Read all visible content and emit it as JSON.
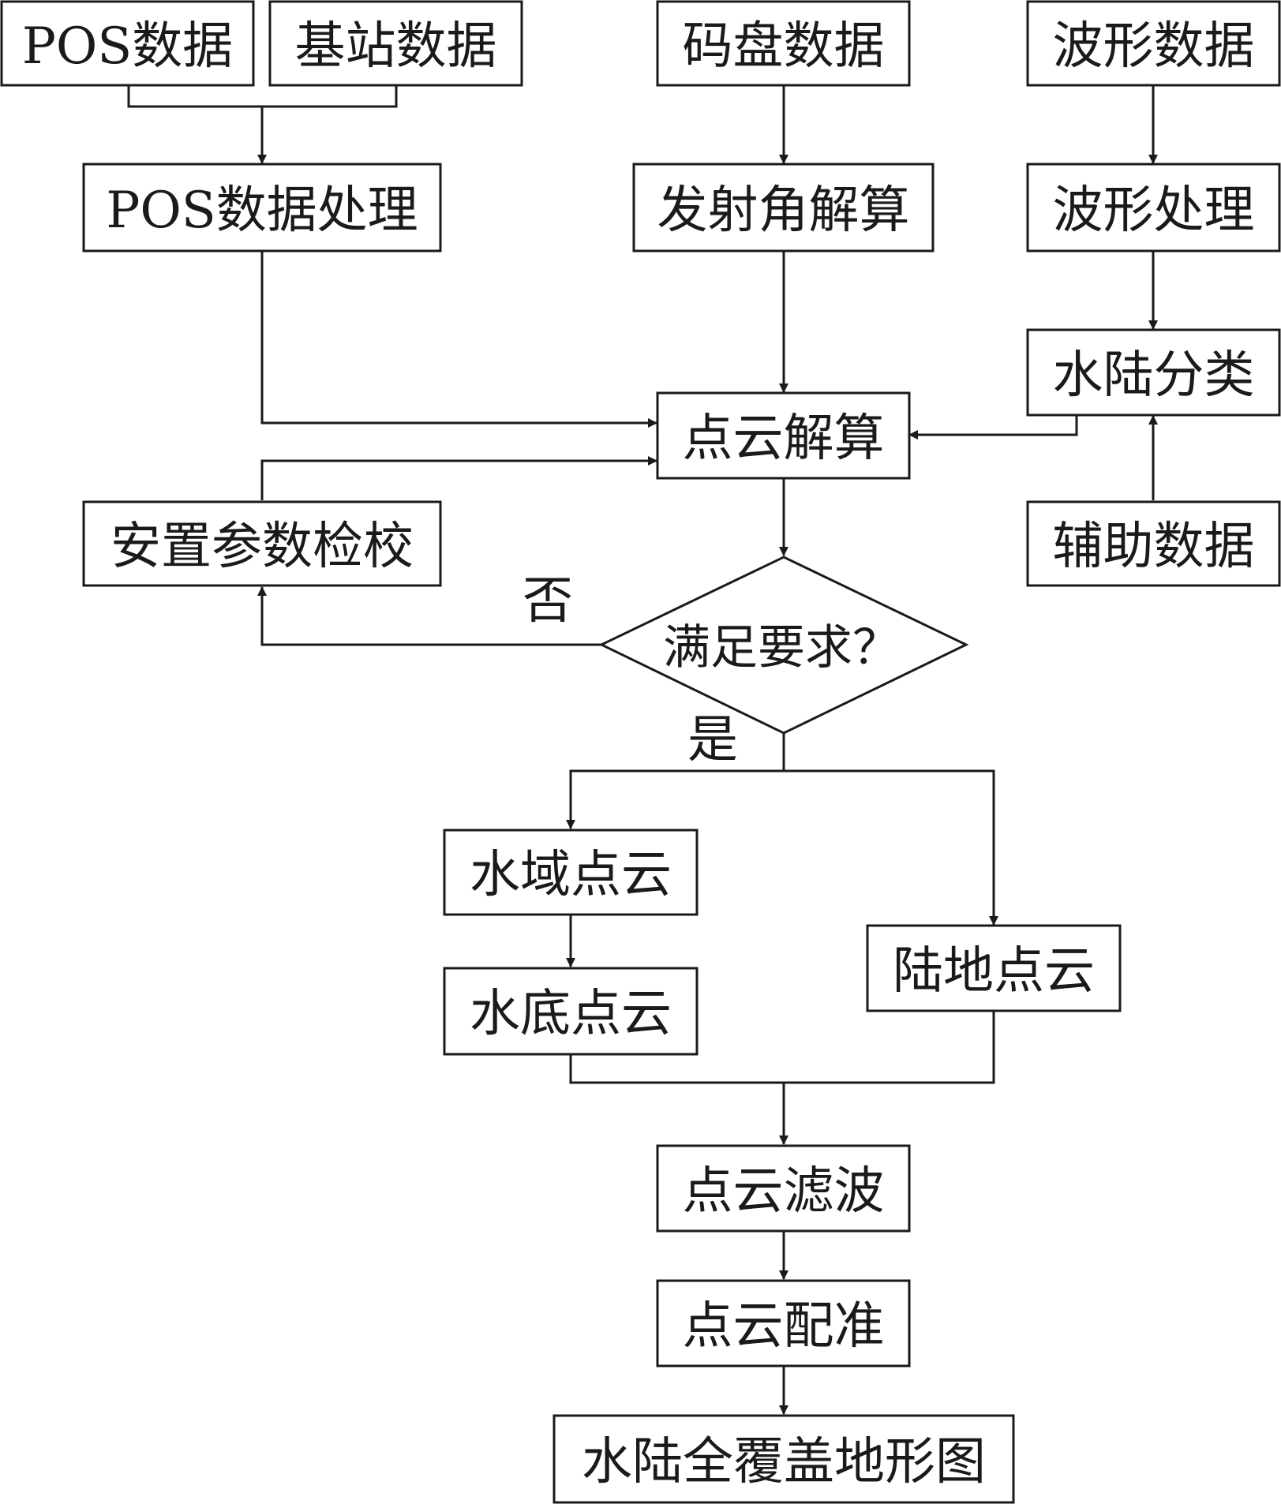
{
  "nodes": {
    "pos_data": "POS数据",
    "base_station_data": "基站数据",
    "encoder_data": "码盘数据",
    "waveform_data": "波形数据",
    "pos_processing": "POS数据处理",
    "emission_angle": "发射角解算",
    "waveform_processing": "波形处理",
    "land_water_classification": "水陆分类",
    "point_cloud_solution": "点云解算",
    "boresight_calibration": "安置参数检校",
    "auxiliary_data": "辅助数据",
    "meets_requirement": "满足要求？",
    "water_point_cloud": "水域点云",
    "seabed_point_cloud": "水底点云",
    "land_point_cloud": "陆地点云",
    "point_cloud_filtering": "点云滤波",
    "point_cloud_registration": "点云配准",
    "full_coverage_map": "水陆全覆盖地形图"
  },
  "edge_labels": {
    "no": "否",
    "yes": "是"
  }
}
